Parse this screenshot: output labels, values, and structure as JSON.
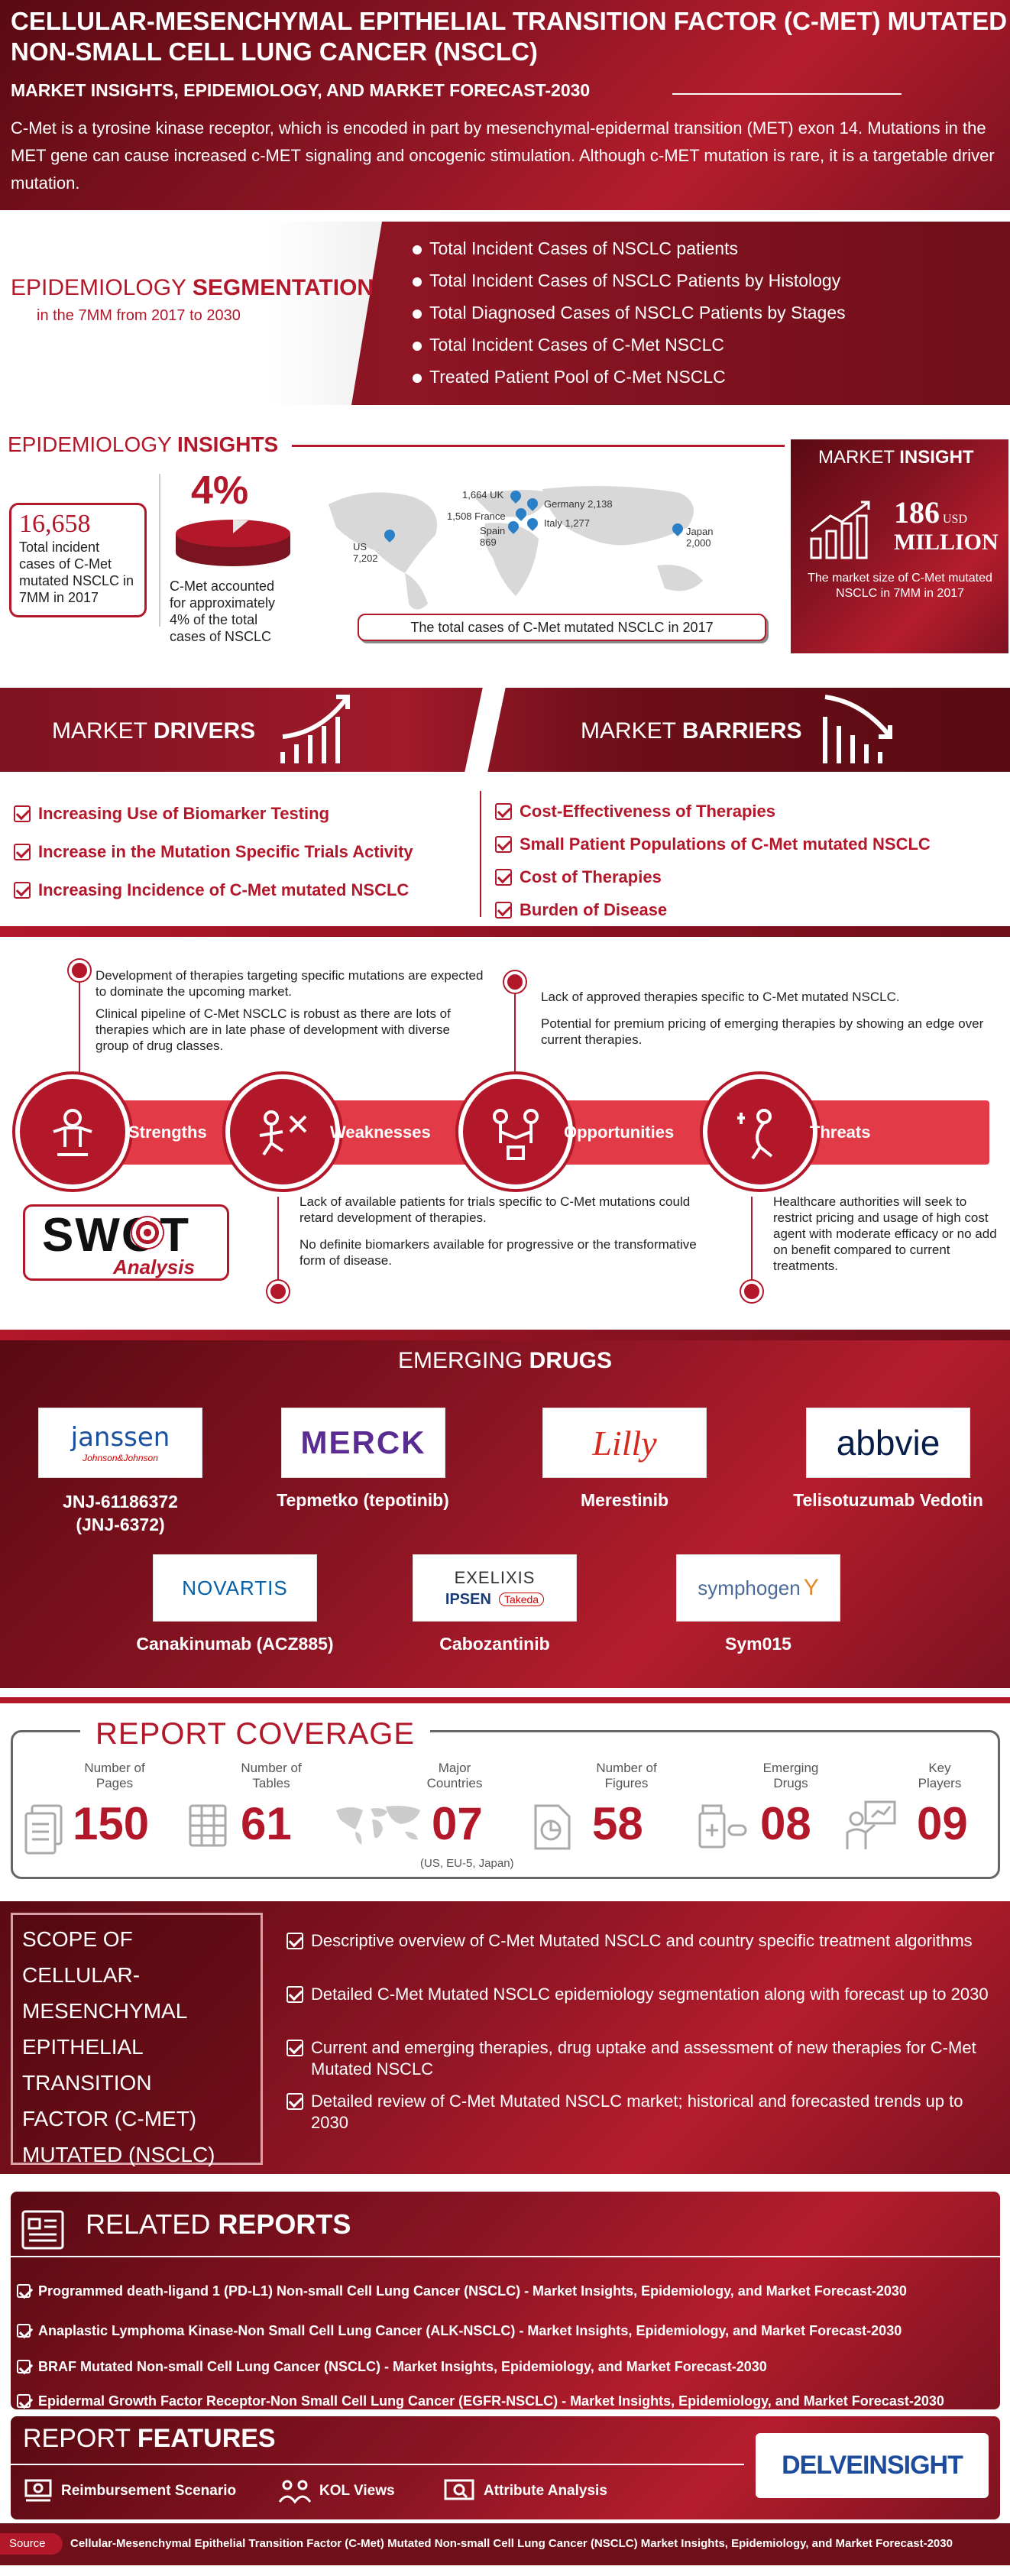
{
  "header": {
    "title_line1": "CELLULAR-MESENCHYMAL EPITHELIAL TRANSITION FACTOR (C-MET) MUTATED",
    "title_line2": "NON-SMALL CELL LUNG CANCER (NSCLC)",
    "subtitle": "MARKET INSIGHTS, EPIDEMIOLOGY, AND MARKET FORECAST-2030",
    "description": "C-Met is a tyrosine kinase receptor, which is encoded in part by mesenchymal-epidermal transition (MET) exon 14. Mutations in the MET gene can cause increased c-MET signaling and oncogenic stimulation. Although c-MET mutation is rare, it is a targetable driver mutation."
  },
  "segmentation": {
    "title_a": "EPIDEMIOLOGY ",
    "title_b": "SEGMENTATION",
    "subtitle": "in the 7MM from 2017 to 2030",
    "items": [
      "Total Incident Cases of NSCLC patients",
      "Total Incident Cases of NSCLC Patients by Histology",
      "Total Diagnosed Cases of NSCLC Patients by Stages",
      "Total Incident Cases of C-Met NSCLC",
      "Treated Patient Pool of C-Met NSCLC"
    ]
  },
  "insights": {
    "title_a": "EPIDEMIOLOGY ",
    "title_b": "INSIGHTS",
    "stat_number": "16,658",
    "stat_text": "Total incident cases of C-Met mutated NSCLC in 7MM in 2017",
    "percent": "4%",
    "percent_text": "C-Met accounted for approximately 4% of the total cases of NSCLC",
    "map_caption": "The total cases of C-Met mutated NSCLC in 2017",
    "map_points": [
      {
        "country": "US",
        "value": "7,202"
      },
      {
        "country": "UK",
        "value": "1,664"
      },
      {
        "country": "France",
        "value": "1,508"
      },
      {
        "country": "Germany",
        "value": "2,138"
      },
      {
        "country": "Italy",
        "value": "1,277"
      },
      {
        "country": "Spain",
        "value": "869"
      },
      {
        "country": "Japan",
        "value": "2,000"
      }
    ]
  },
  "market_insight": {
    "title_a": "MARKET ",
    "title_b": "INSIGHT",
    "amount": "186",
    "currency": "USD",
    "unit": "MILLION",
    "text": "The market size of C-Met mutated NSCLC in 7MM in 2017"
  },
  "drivers": {
    "title_a": "MARKET ",
    "title_b": "DRIVERS",
    "items": [
      "Increasing Use of Biomarker Testing",
      "Increase in the Mutation Specific Trials Activity",
      "Increasing Incidence of C-Met mutated NSCLC"
    ]
  },
  "barriers": {
    "title_a": "MARKET ",
    "title_b": "BARRIERS",
    "items": [
      "Cost-Effectiveness of Therapies",
      "Small Patient Populations of C-Met mutated NSCLC",
      "Cost of Therapies",
      "Burden of Disease"
    ]
  },
  "swot": {
    "strengths_text_1": "Development of therapies targeting specific mutations are expected to dominate the upcoming market.",
    "strengths_text_2": "Clinical pipeline of C-Met NSCLC is robust as there are lots of therapies which are in late phase of development with diverse group of drug classes.",
    "opportunities_text_1": "Lack of approved therapies specific to C-Met mutated NSCLC.",
    "opportunities_text_2": "Potential for premium pricing of emerging therapies by showing an edge over current therapies.",
    "weaknesses_text_1": "Lack of available patients for trials specific to C-Met mutations could retard development of therapies.",
    "weaknesses_text_2": "No definite biomarkers available for progressive or the transformative form of disease.",
    "threats_text": "Healthcare authorities will seek to restrict pricing and usage of high cost agent with moderate efficacy or no add on benefit compared to current treatments.",
    "labels": [
      "Strengths",
      "Weaknesses",
      "Opportunities",
      "Threats"
    ],
    "badge_main": "SWOT",
    "badge_sub": "Analysis"
  },
  "drugs": {
    "title_a": "EMERGING ",
    "title_b": "DRUGS",
    "row1": [
      {
        "logo": "janssen",
        "logo_sub": "Johnson&Johnson",
        "name": "JNJ-61186372\n(JNJ-6372)"
      },
      {
        "logo": "MERCK",
        "name": "Tepmetko (tepotinib)"
      },
      {
        "logo": "Lilly",
        "name": "Merestinib"
      },
      {
        "logo": "abbvie",
        "name": "Telisotuzumab Vedotin"
      }
    ],
    "row2": [
      {
        "logo": "NOVARTIS",
        "name": "Canakinumab (ACZ885)"
      },
      {
        "logo": "EXELIXIS",
        "logo_b": "IPSEN",
        "logo_c": "Takeda",
        "name": "Cabozantinib"
      },
      {
        "logo": "symphogen",
        "name": "Sym015"
      }
    ]
  },
  "coverage": {
    "title": "REPORT COVERAGE",
    "items": [
      {
        "label": "Number of Pages",
        "value": "150",
        "icon": "document-icon"
      },
      {
        "label": "Number of Tables",
        "value": "61",
        "icon": "table-icon"
      },
      {
        "label": "Major Countries",
        "value": "07",
        "icon": "world-map-icon",
        "note": "(US, EU-5, Japan)"
      },
      {
        "label": "Number of Figures",
        "value": "58",
        "icon": "chart-doc-icon"
      },
      {
        "label": "Emerging Drugs",
        "value": "08",
        "icon": "medicine-icon"
      },
      {
        "label": "Key Players",
        "value": "09",
        "icon": "presenter-icon"
      }
    ]
  },
  "scope": {
    "title_lines": [
      "SCOPE OF CELLULAR-",
      "MESENCHYMAL",
      "EPITHELIAL",
      "TRANSITION",
      "FACTOR (C-MET)",
      "MUTATED (NSCLC)",
      "REPORT"
    ],
    "items": [
      "Descriptive overview of C-Met Mutated NSCLC and country specific treatment algorithms",
      "Detailed C-Met Mutated NSCLC epidemiology segmentation along with forecast up to 2030",
      "Current and emerging therapies, drug uptake and assessment of new therapies for C-Met Mutated NSCLC",
      "Detailed review of C-Met Mutated NSCLC market; historical and forecasted trends up to 2030"
    ]
  },
  "related": {
    "title_a": "RELATED ",
    "title_b": "REPORTS",
    "items": [
      "Programmed death-ligand 1 (PD-L1) Non-small Cell Lung Cancer (NSCLC) - Market Insights, Epidemiology, and Market Forecast-2030",
      "Anaplastic Lymphoma Kinase-Non Small Cell Lung Cancer (ALK-NSCLC) - Market Insights, Epidemiology, and Market Forecast-2030",
      "BRAF Mutated Non-small Cell Lung Cancer (NSCLC) - Market Insights, Epidemiology, and Market Forecast-2030",
      "Epidermal Growth Factor Receptor-Non Small Cell Lung Cancer (EGFR-NSCLC) - Market Insights, Epidemiology, and Market Forecast-2030"
    ]
  },
  "features": {
    "title_a": "REPORT ",
    "title_b": "FEATURES",
    "items": [
      "Reimbursement Scenario",
      "KOL Views",
      "Attribute Analysis"
    ],
    "brand": "DELVEINSIGHT"
  },
  "footer": {
    "source_label": "Source",
    "source_text": "Cellular-Mesenchymal Epithelial Transition Factor (C-Met) Mutated Non-small Cell Lung Cancer (NSCLC) Market Insights, Epidemiology, and Market Forecast-2030"
  },
  "colors": {
    "accent": "#b3172a",
    "dark": "#6e0f19"
  }
}
